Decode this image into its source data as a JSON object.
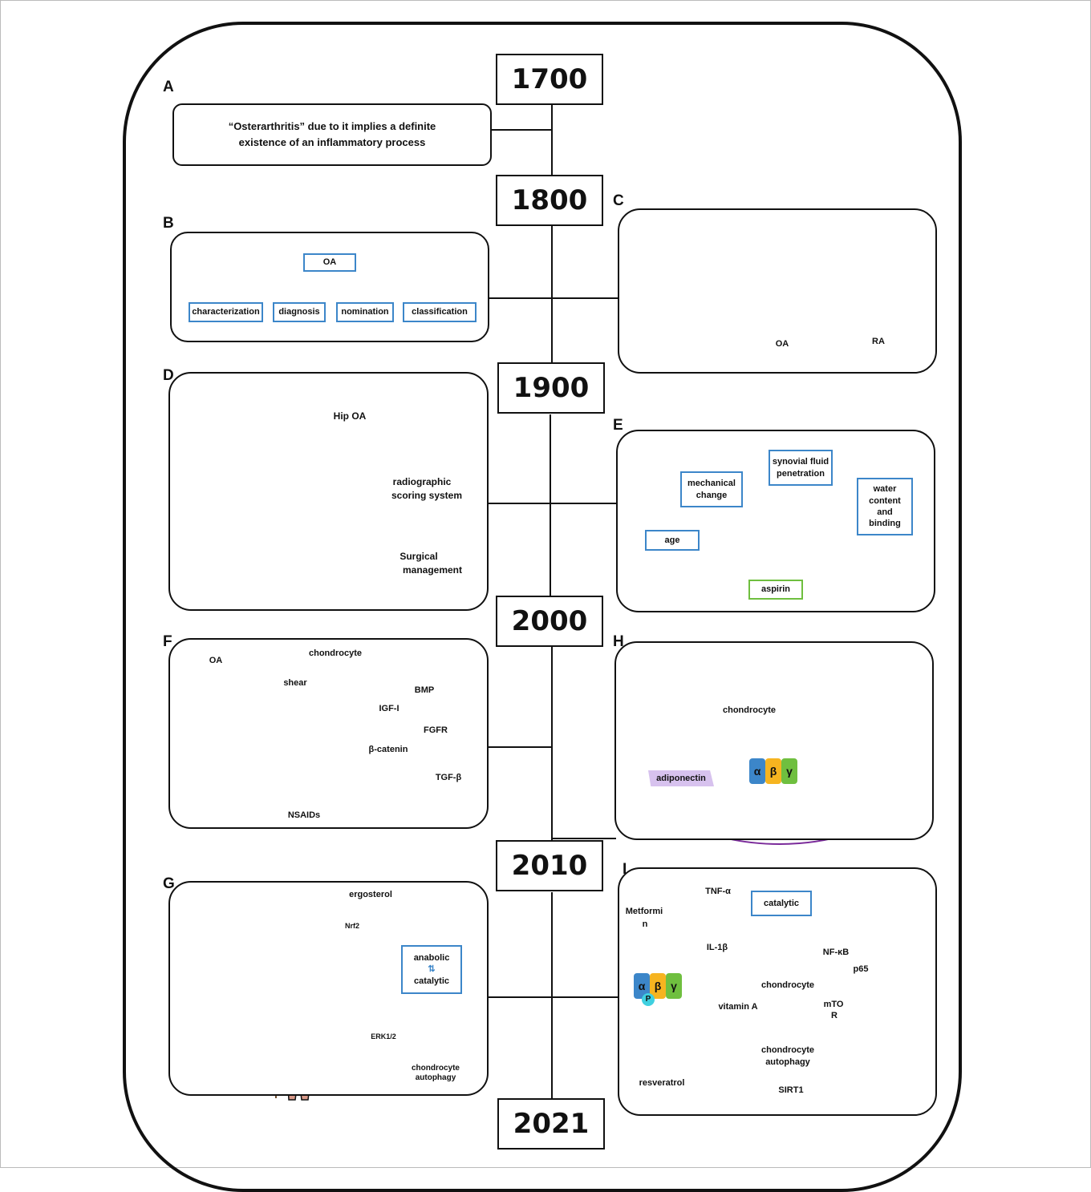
{
  "timeline": {
    "years": [
      "1700",
      "1800",
      "1900",
      "2000",
      "2010",
      "2021"
    ]
  },
  "panels": {
    "A": {
      "label": "A",
      "text_line1": "“Osterarthritis” due to it implies a definite",
      "text_line2": "existence of an inflammatory process"
    },
    "B": {
      "label": "B",
      "root": "OA",
      "children": [
        "characterization",
        "diagnosis",
        "nomination",
        "classification"
      ]
    },
    "C": {
      "label": "C",
      "hand1": "OA",
      "hand2": "RA"
    },
    "D": {
      "label": "D",
      "item1": "Hip OA",
      "item2_line1": "radiographic",
      "item2_line2": "scoring system",
      "item3_line1": "Surgical",
      "item3_line2": "management"
    },
    "E": {
      "label": "E",
      "mechanical_line1": "mechanical",
      "mechanical_line2": "change",
      "synovial_line1": "synovial fluid",
      "synovial_line2": "penetration",
      "water_line1": "water",
      "water_line2": "content",
      "water_line3": "and",
      "water_line4": "binding",
      "age": "age",
      "aspirin": "aspirin"
    },
    "F": {
      "label": "F",
      "oa": "OA",
      "chondrocyte": "chondrocyte",
      "shear": "shear",
      "bmp": "BMP",
      "igf": "IGF-I",
      "fgfr": "FGFR",
      "catenin": "β-catenin",
      "tgf": "TGF-β",
      "nsaids": "NSAIDs"
    },
    "H": {
      "label": "H",
      "chondrocyte": "chondrocyte",
      "adiponectin": "adiponectin",
      "alpha": "α",
      "beta": "β",
      "gamma": "γ"
    },
    "G": {
      "label": "G",
      "ergosterol": "ergosterol",
      "nrf2": "Nrf2",
      "anabolic": "anabolic",
      "exchange": "⇅",
      "catalytic": "catalytic",
      "erk": "ERK1/2",
      "autophagy_line1": "chondrocyte",
      "autophagy_line2": "autophagy"
    },
    "I": {
      "label": "I",
      "tnf": "TNF-α",
      "catalytic": "catalytic",
      "metformin_line1": "Metformi",
      "metformin_line2": "n",
      "il1b": "IL-1β",
      "nfkb": "NF-κB",
      "p65": "p65",
      "chondrocyte": "chondrocyte",
      "alpha": "α",
      "beta": "β",
      "gamma": "γ",
      "p": "P",
      "vitamin": "vitamin A",
      "mtor_line1": "mTO",
      "mtor_line2": "R",
      "autophagy_line1": "chondrocyte",
      "autophagy_line2": "autophagy",
      "resveratrol": "resveratrol",
      "sirt1": "SIRT1"
    }
  },
  "colors": {
    "box_border": "#3c86c9",
    "aspirin_border": "#6fbf3f",
    "arrow_blue": "#5b9bd5",
    "arrow_green": "#7ac143",
    "ellipse_purple": "#7a2a9a"
  }
}
